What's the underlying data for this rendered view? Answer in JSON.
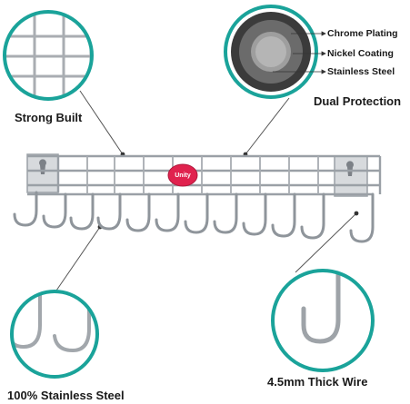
{
  "labels": {
    "strong_built": "Strong Built",
    "dual_protection": "Dual Protection",
    "thick_wire": "4.5mm Thick Wire",
    "stainless": "100% Stainless Steel"
  },
  "layers": [
    "Chrome Plating",
    "Nickel Coating",
    "Stainless Steel"
  ],
  "brand_badge": "Unity",
  "colors": {
    "teal": "#1aa39a",
    "steel": "#9aa0a6",
    "badge": "#e0224e",
    "outer_layer": "#3b3b3b",
    "middle_layer": "#6b6b6b",
    "inner_layer": "#9e9e9e"
  }
}
